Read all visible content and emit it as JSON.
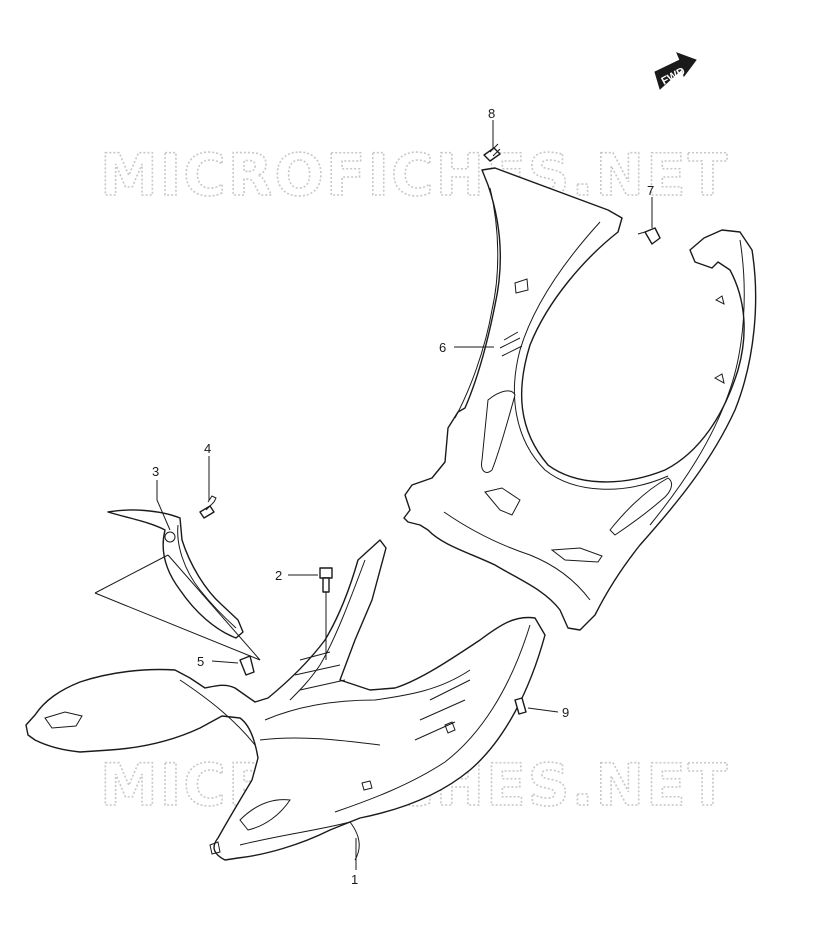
{
  "watermark": {
    "text_top": "MICROFICHES.NET",
    "text_bottom": "MICROFICHES.NET"
  },
  "direction_badge": {
    "label": "FWD"
  },
  "callouts": [
    {
      "id": "callout-1",
      "label": "1"
    },
    {
      "id": "callout-2",
      "label": "2"
    },
    {
      "id": "callout-3",
      "label": "3"
    },
    {
      "id": "callout-4",
      "label": "4"
    },
    {
      "id": "callout-5",
      "label": "5"
    },
    {
      "id": "callout-6",
      "label": "6"
    },
    {
      "id": "callout-7",
      "label": "7"
    },
    {
      "id": "callout-8",
      "label": "8"
    },
    {
      "id": "callout-9",
      "label": "9"
    }
  ]
}
